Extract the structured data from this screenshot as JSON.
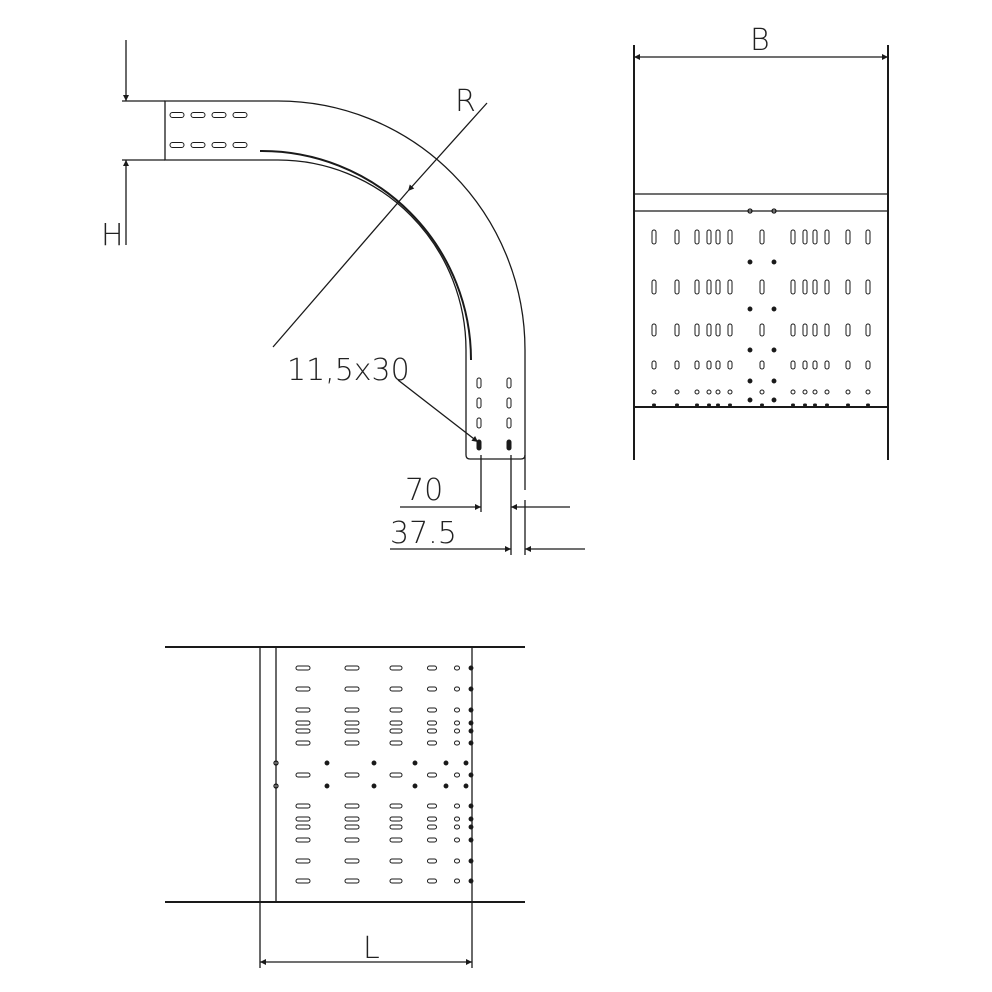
{
  "labels": {
    "height": "H",
    "radius": "R",
    "width": "B",
    "length": "L",
    "slot_size": "11,5x30",
    "dim_70": "70",
    "dim_37_5": "37.5"
  },
  "colors": {
    "line": "#1a1a1a",
    "background": "#ffffff"
  }
}
